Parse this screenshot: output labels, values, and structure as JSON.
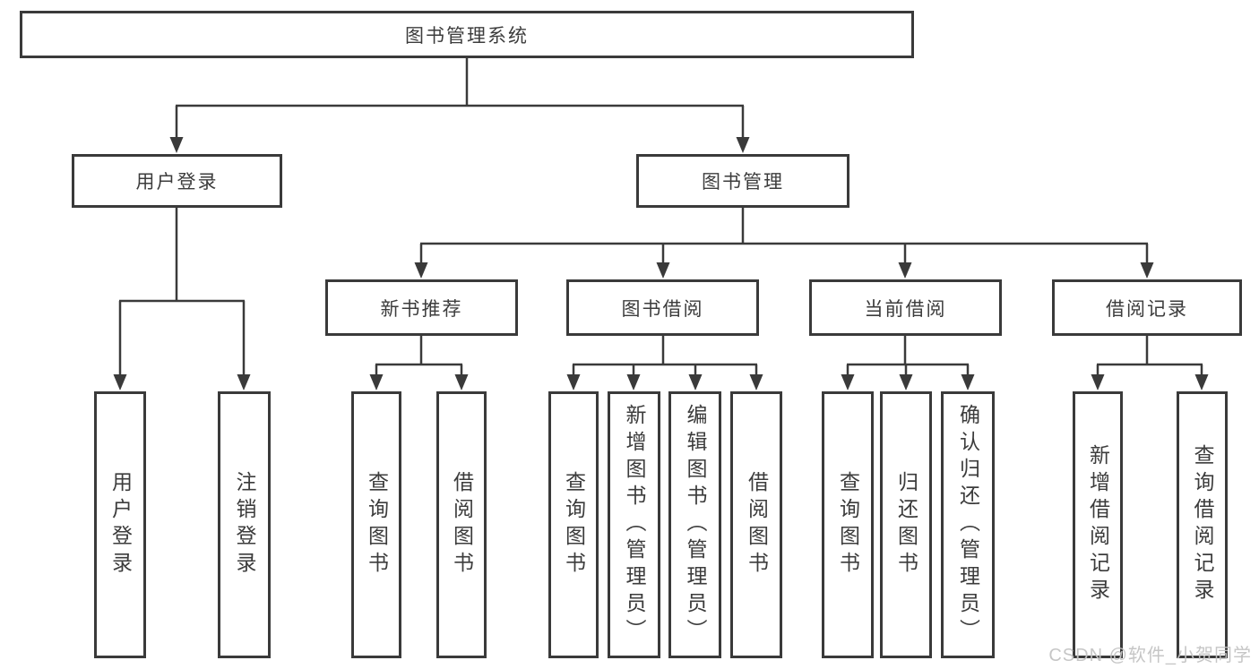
{
  "colors": {
    "line": "#3a3a3a",
    "box_border": "#3a3a3a",
    "text": "#3c3c3c",
    "watermark": "#c3c3c3",
    "background": "#ffffff"
  },
  "watermark": {
    "text": "CSDN @软件_小贺同学"
  },
  "tree": {
    "label": "图书管理系统",
    "children": [
      {
        "label": "用户登录",
        "children": [
          {
            "label": "用户登录"
          },
          {
            "label": "注销登录"
          }
        ]
      },
      {
        "label": "图书管理",
        "children": [
          {
            "label": "新书推荐",
            "children": [
              {
                "label": "查询图书"
              },
              {
                "label": "借阅图书"
              }
            ]
          },
          {
            "label": "图书借阅",
            "children": [
              {
                "label": "查询图书"
              },
              {
                "label": "新增图书（管理员）"
              },
              {
                "label": "编辑图书（管理员）"
              },
              {
                "label": "借阅图书"
              }
            ]
          },
          {
            "label": "当前借阅",
            "children": [
              {
                "label": "查询图书"
              },
              {
                "label": "归还图书"
              },
              {
                "label": "确认归还（管理员）"
              }
            ]
          },
          {
            "label": "借阅记录",
            "children": [
              {
                "label": "新增借阅记录"
              },
              {
                "label": "查询借阅记录"
              }
            ]
          }
        ]
      }
    ]
  }
}
